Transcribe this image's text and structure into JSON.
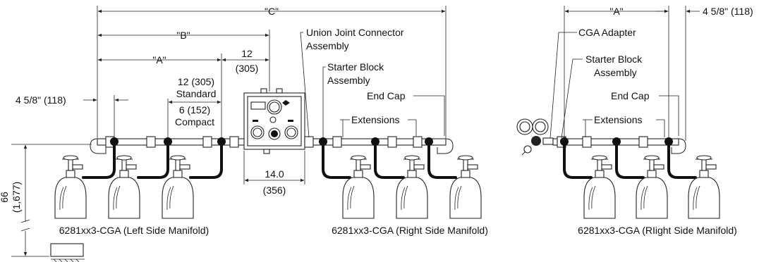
{
  "dimensions": {
    "c_top": "\"C\"",
    "b_top": "\"B\"",
    "a_left": "\"A\"",
    "a_right": "\"A\"",
    "twelve": "12",
    "twelve_mm": "(305)",
    "std_12": "12 (305)",
    "standard": "Standard",
    "compact_6": "6 (152)",
    "compact": "Compact",
    "end_left": "4 5/8\" (118)",
    "end_right": "4 5/8\" (118)",
    "width_14": "14.0",
    "width_356": "(356)",
    "height_66": "66",
    "height_1677": "(1,677)"
  },
  "labels": {
    "union_1": "Union Joint Connector",
    "union_2": "Assembly",
    "starter_1": "Starter Block",
    "starter_2": "Assembly",
    "endcap_mid": "End Cap",
    "extensions_mid": "Extensions",
    "cga_adapter": "CGA Adapter",
    "starter_r1": "Starter Block",
    "starter_r2": "Assembly",
    "endcap_right": "End Cap",
    "extensions_right": "Extensions"
  },
  "captions": {
    "left": "6281xx3-CGA (Left Side Manifold)",
    "middle": "6281xx3-CGA (Right Side Manifold)",
    "right": "6281xx3-CGA (RIight Side Manifold)"
  }
}
